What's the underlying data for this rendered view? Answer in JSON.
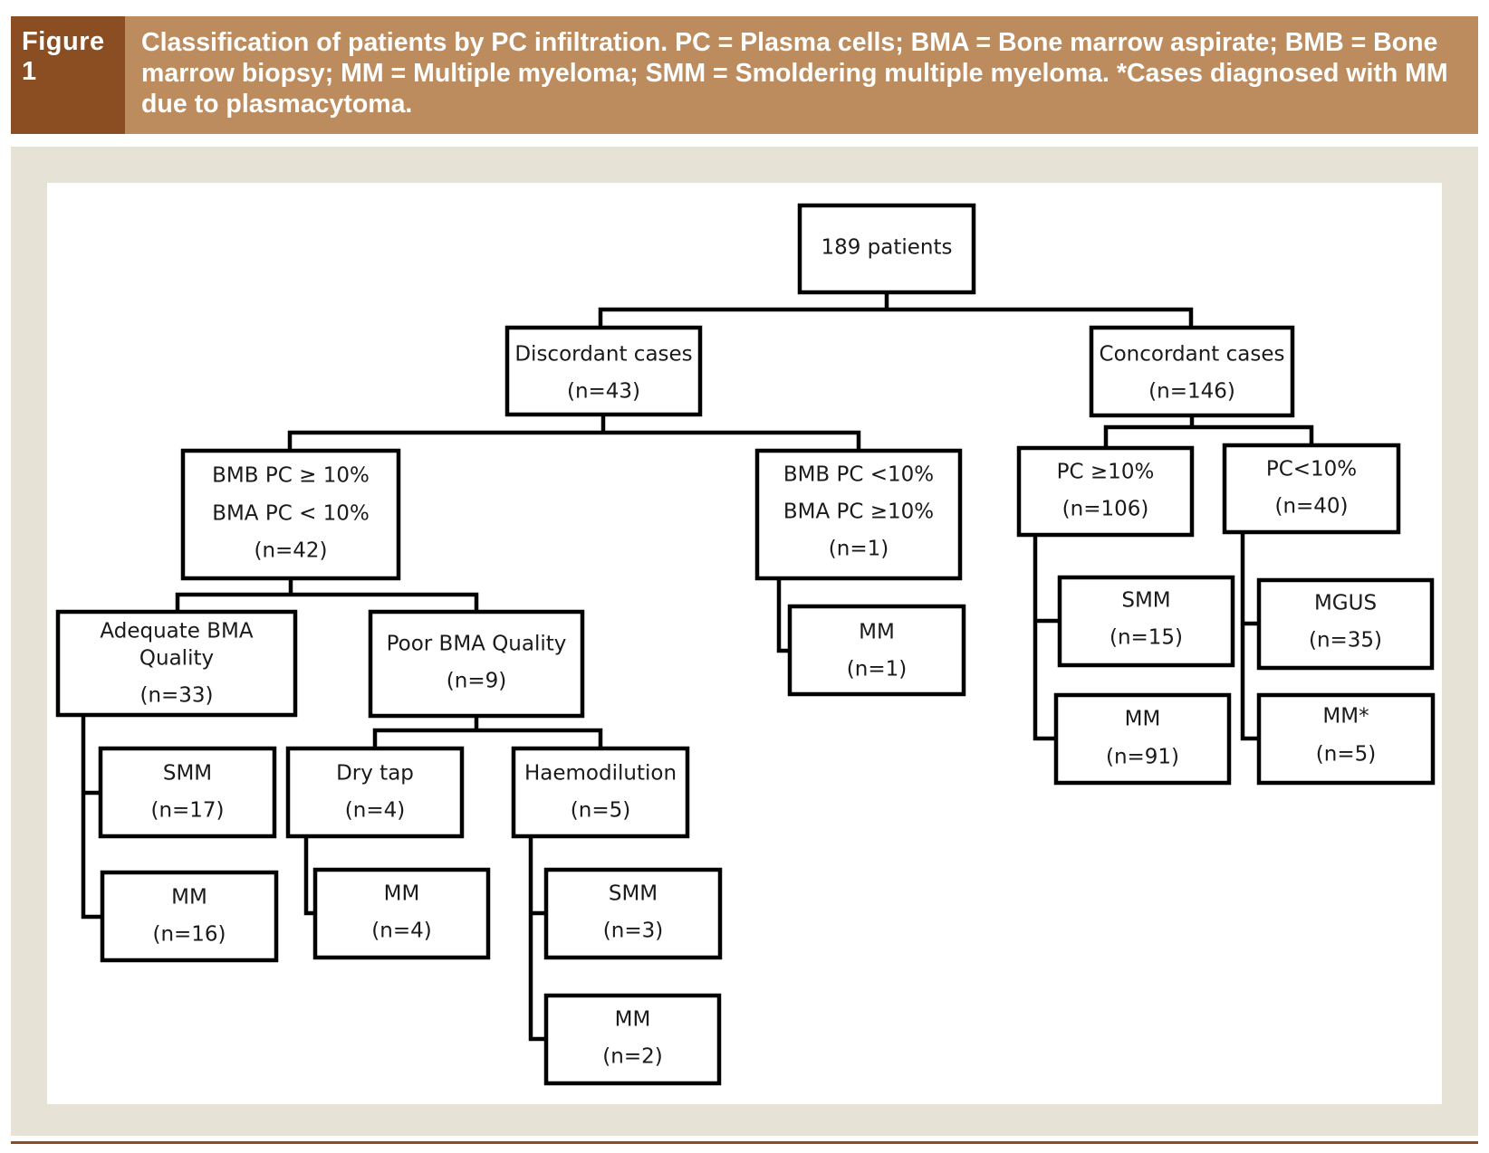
{
  "figure": {
    "label": "Figure 1",
    "caption": "Classification of patients by PC infiltration. PC = Plasma cells; BMA = Bone marrow aspirate; BMB = Bone marrow biopsy; MM = Multiple myeloma; SMM = Smoldering multiple myeloma. *Cases diagnosed with MM due to plasmacytoma."
  },
  "colors": {
    "label_bg": "#8b4d22",
    "caption_bg": "#bd8c5e",
    "frame_bg": "#e6e2d5",
    "box_stroke": "#000000"
  },
  "nodes": {
    "root": [
      "189 patients"
    ],
    "discordant": [
      "Discordant cases",
      "(n=43)"
    ],
    "concordant": [
      "Concordant cases",
      "(n=146)"
    ],
    "bmb_high": [
      "BMB PC ≥ 10%",
      "BMA PC < 10%",
      "(n=42)"
    ],
    "bmb_low": [
      "BMB PC <10%",
      "BMA PC ≥10%",
      "(n=1)"
    ],
    "pc_high": [
      "PC ≥10%",
      "(n=106)"
    ],
    "pc_low": [
      "PC<10%",
      "(n=40)"
    ],
    "adequate": [
      "Adequate BMA",
      "Quality",
      "(n=33)"
    ],
    "poor": [
      "Poor BMA Quality",
      "(n=9)"
    ],
    "mm_bmblow": [
      "MM",
      "(n=1)"
    ],
    "smm_pchigh": [
      "SMM",
      "(n=15)"
    ],
    "mm_pchigh": [
      "MM",
      "(n=91)"
    ],
    "mgus": [
      "MGUS",
      "(n=35)"
    ],
    "mm_star": [
      "MM*",
      "(n=5)"
    ],
    "smm_adequate": [
      "SMM",
      "(n=17)"
    ],
    "mm_adequate": [
      "MM",
      "(n=16)"
    ],
    "drytap": [
      "Dry tap",
      "(n=4)"
    ],
    "haemodilution": [
      "Haemodilution",
      "(n=5)"
    ],
    "mm_drytap": [
      "MM",
      "(n=4)"
    ],
    "smm_haemo": [
      "SMM",
      "(n=3)"
    ],
    "mm_haemo": [
      "MM",
      "(n=2)"
    ]
  }
}
